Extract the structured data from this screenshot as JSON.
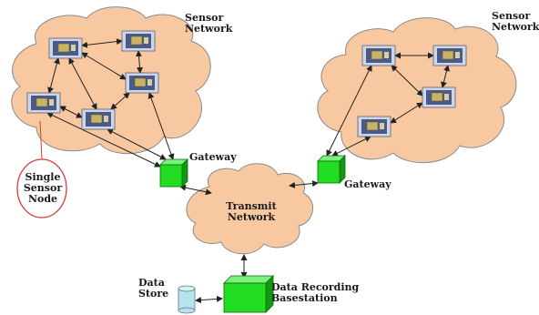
{
  "colors": {
    "cloud_fill": "#f8c9a0",
    "cloud_stroke": "#8a8a8a",
    "box_fill": "#22dd22",
    "box_top": "#7cf07c",
    "box_side": "#119911",
    "node_bg": "#4a5a8a",
    "node_chip": "#c8b468",
    "callout": "#d33b3b",
    "arrow": "#222222",
    "store_fill": "#b9e3ea"
  },
  "labels": {
    "sensor_network_left": "Sensor\nNetwork",
    "sensor_network_right": "Sensor\nNetwork",
    "gateway_left": "Gateway",
    "gateway_right": "Gateway",
    "transmit_network": "Transmit\nNetwork",
    "single_sensor_node": "Single\nSensor\nNode",
    "data_store": "Data\nStore",
    "data_recording_basestation": "Data Recording\nBasestation"
  },
  "icons": {
    "sensor_node": "sensor-board-icon",
    "gateway": "gateway-box-icon",
    "basestation": "basestation-box-icon",
    "data_store": "cylinder-icon"
  }
}
